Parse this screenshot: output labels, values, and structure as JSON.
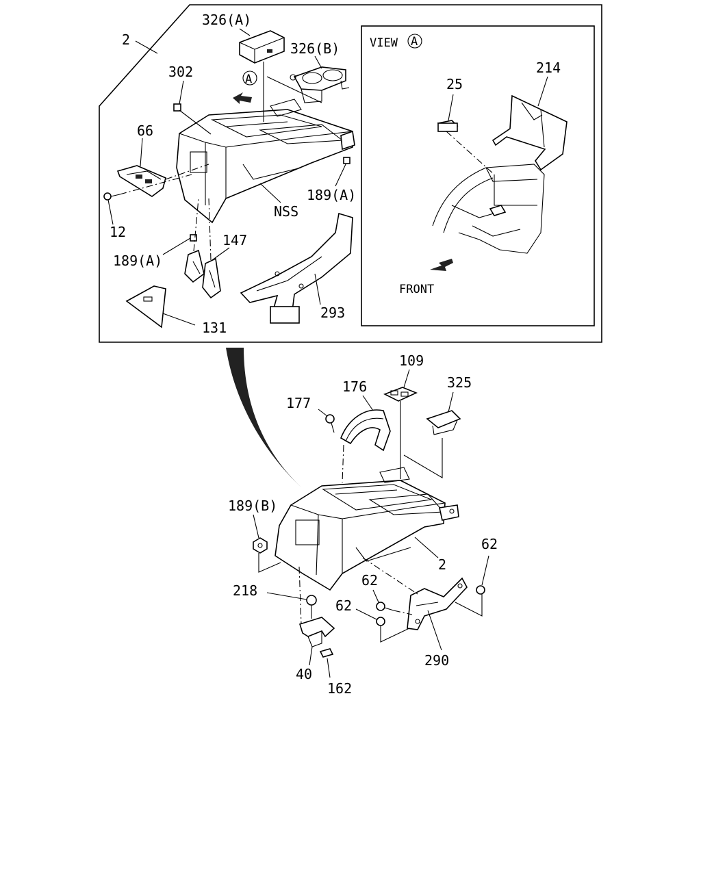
{
  "labels": {
    "l2_top": "2",
    "l326a": "326(A)",
    "l326b": "326(B)",
    "la_mark": "A",
    "l302": "302",
    "l66": "66",
    "l12": "12",
    "lnss": "NSS",
    "l189a_right": "189(A)",
    "l189a_left": "189(A)",
    "l147": "147",
    "l293": "293",
    "l131": "131",
    "lview": "VIEW",
    "lview_a": "A",
    "l25": "25",
    "l214": "214",
    "lfront": "FRONT",
    "l109": "109",
    "l176": "176",
    "l177": "177",
    "l325": "325",
    "l189b": "189(B)",
    "l2_bottom": "2",
    "l62_right": "62",
    "l62_mid": "62",
    "l62_left": "62",
    "l218": "218",
    "l290": "290",
    "l40": "40",
    "l162": "162"
  }
}
